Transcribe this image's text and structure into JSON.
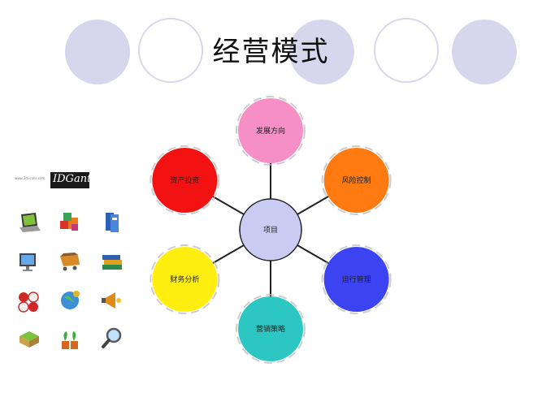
{
  "title": "经营模式",
  "center": {
    "label": "项目",
    "color": "#c9cbf2"
  },
  "nodes": [
    {
      "label": "发展方向",
      "color": "#f58fc6"
    },
    {
      "label": "风险控制",
      "color": "#ff7a10"
    },
    {
      "label": "运行管理",
      "color": "#3c43f0"
    },
    {
      "label": "营销策略",
      "color": "#2cc7c2"
    },
    {
      "label": "财务分析",
      "color": "#ffee10"
    },
    {
      "label": "资产投资",
      "color": "#f21212"
    }
  ],
  "logo": {
    "text": "IDGant",
    "small_text": "www.3d-icons.com"
  },
  "icons": [
    "laptop-icon",
    "gift-boxes-icon",
    "book-files-icon",
    "monitor-icon",
    "cart-icon",
    "books-stack-icon",
    "poker-chips-icon",
    "globe-gears-icon",
    "megaphone-icon",
    "recycle-box-icon",
    "plant-pots-icon",
    "magnifier-icon"
  ]
}
